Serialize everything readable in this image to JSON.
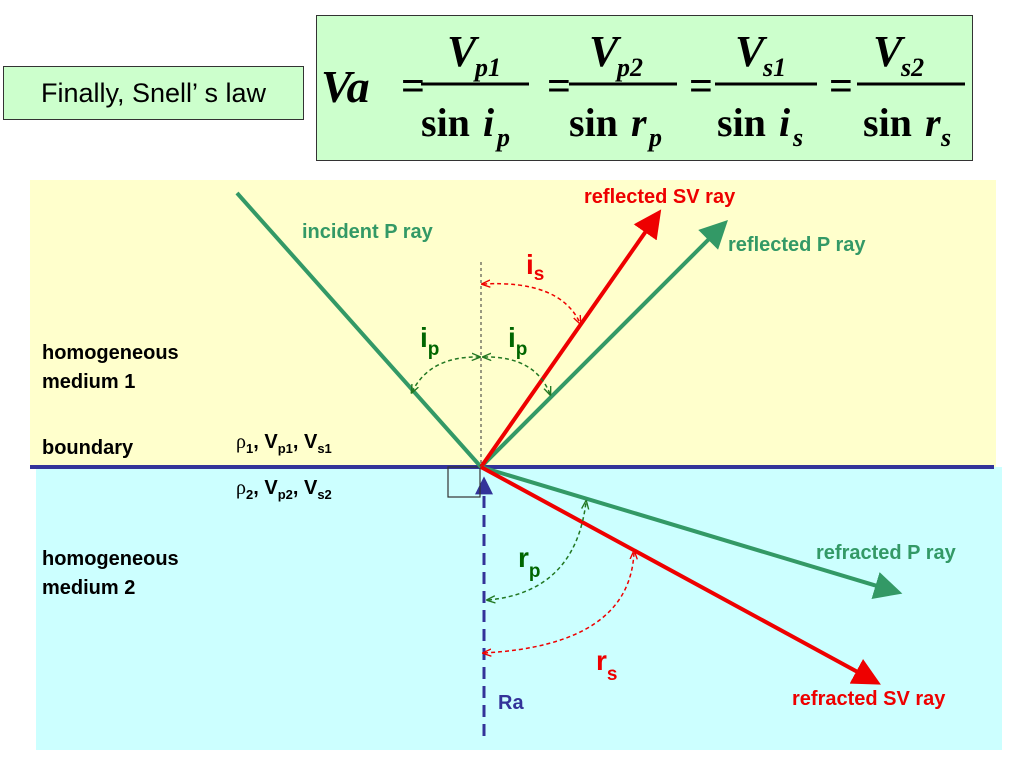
{
  "title": "Finally, Snell’ s law",
  "formula": {
    "lhs": "Va",
    "equals": "=",
    "sin": "sin",
    "terms": [
      {
        "num_V": "V",
        "num_sub": "p1",
        "den_var": "i",
        "den_sub": "p"
      },
      {
        "num_V": "V",
        "num_sub": "p2",
        "den_var": "r",
        "den_sub": "p"
      },
      {
        "num_V": "V",
        "num_sub": "s1",
        "den_var": "i",
        "den_sub": "s"
      },
      {
        "num_V": "V",
        "num_sub": "s2",
        "den_var": "r",
        "den_sub": "s"
      }
    ]
  },
  "labels": {
    "incident_p": "incident P ray",
    "reflected_sv": "reflected SV ray",
    "reflected_p": "reflected P ray",
    "refracted_p": "refracted P ray",
    "refracted_sv": "refracted SV ray",
    "medium1_line1": "homogeneous",
    "medium1_line2": "medium 1",
    "boundary": "boundary",
    "medium2_line1": "homogeneous",
    "medium2_line2": "medium 2",
    "normal": "Ra"
  },
  "props1": {
    "rho": "ρ",
    "rho_sub": "1",
    "sep": ", ",
    "vp": "V",
    "vp_sub": "p1",
    "vs": "V",
    "vs_sub": "s1"
  },
  "props2": {
    "rho": "ρ",
    "rho_sub": "2",
    "sep": ", ",
    "vp": "V",
    "vp_sub": "p2",
    "vs": "V",
    "vs_sub": "s2"
  },
  "angles": {
    "is": {
      "main": "i",
      "sub": "s"
    },
    "ip_left": {
      "main": "i",
      "sub": "p"
    },
    "ip_right": {
      "main": "i",
      "sub": "p"
    },
    "rp": {
      "main": "r",
      "sub": "p"
    },
    "rs": {
      "main": "r",
      "sub": "s"
    }
  },
  "colors": {
    "medium1": "#ffffcc",
    "medium2": "#ccffff",
    "p_ray": "#339966",
    "sv_ray": "#ee0000",
    "boundary": "#333399",
    "normal": "#333399"
  }
}
